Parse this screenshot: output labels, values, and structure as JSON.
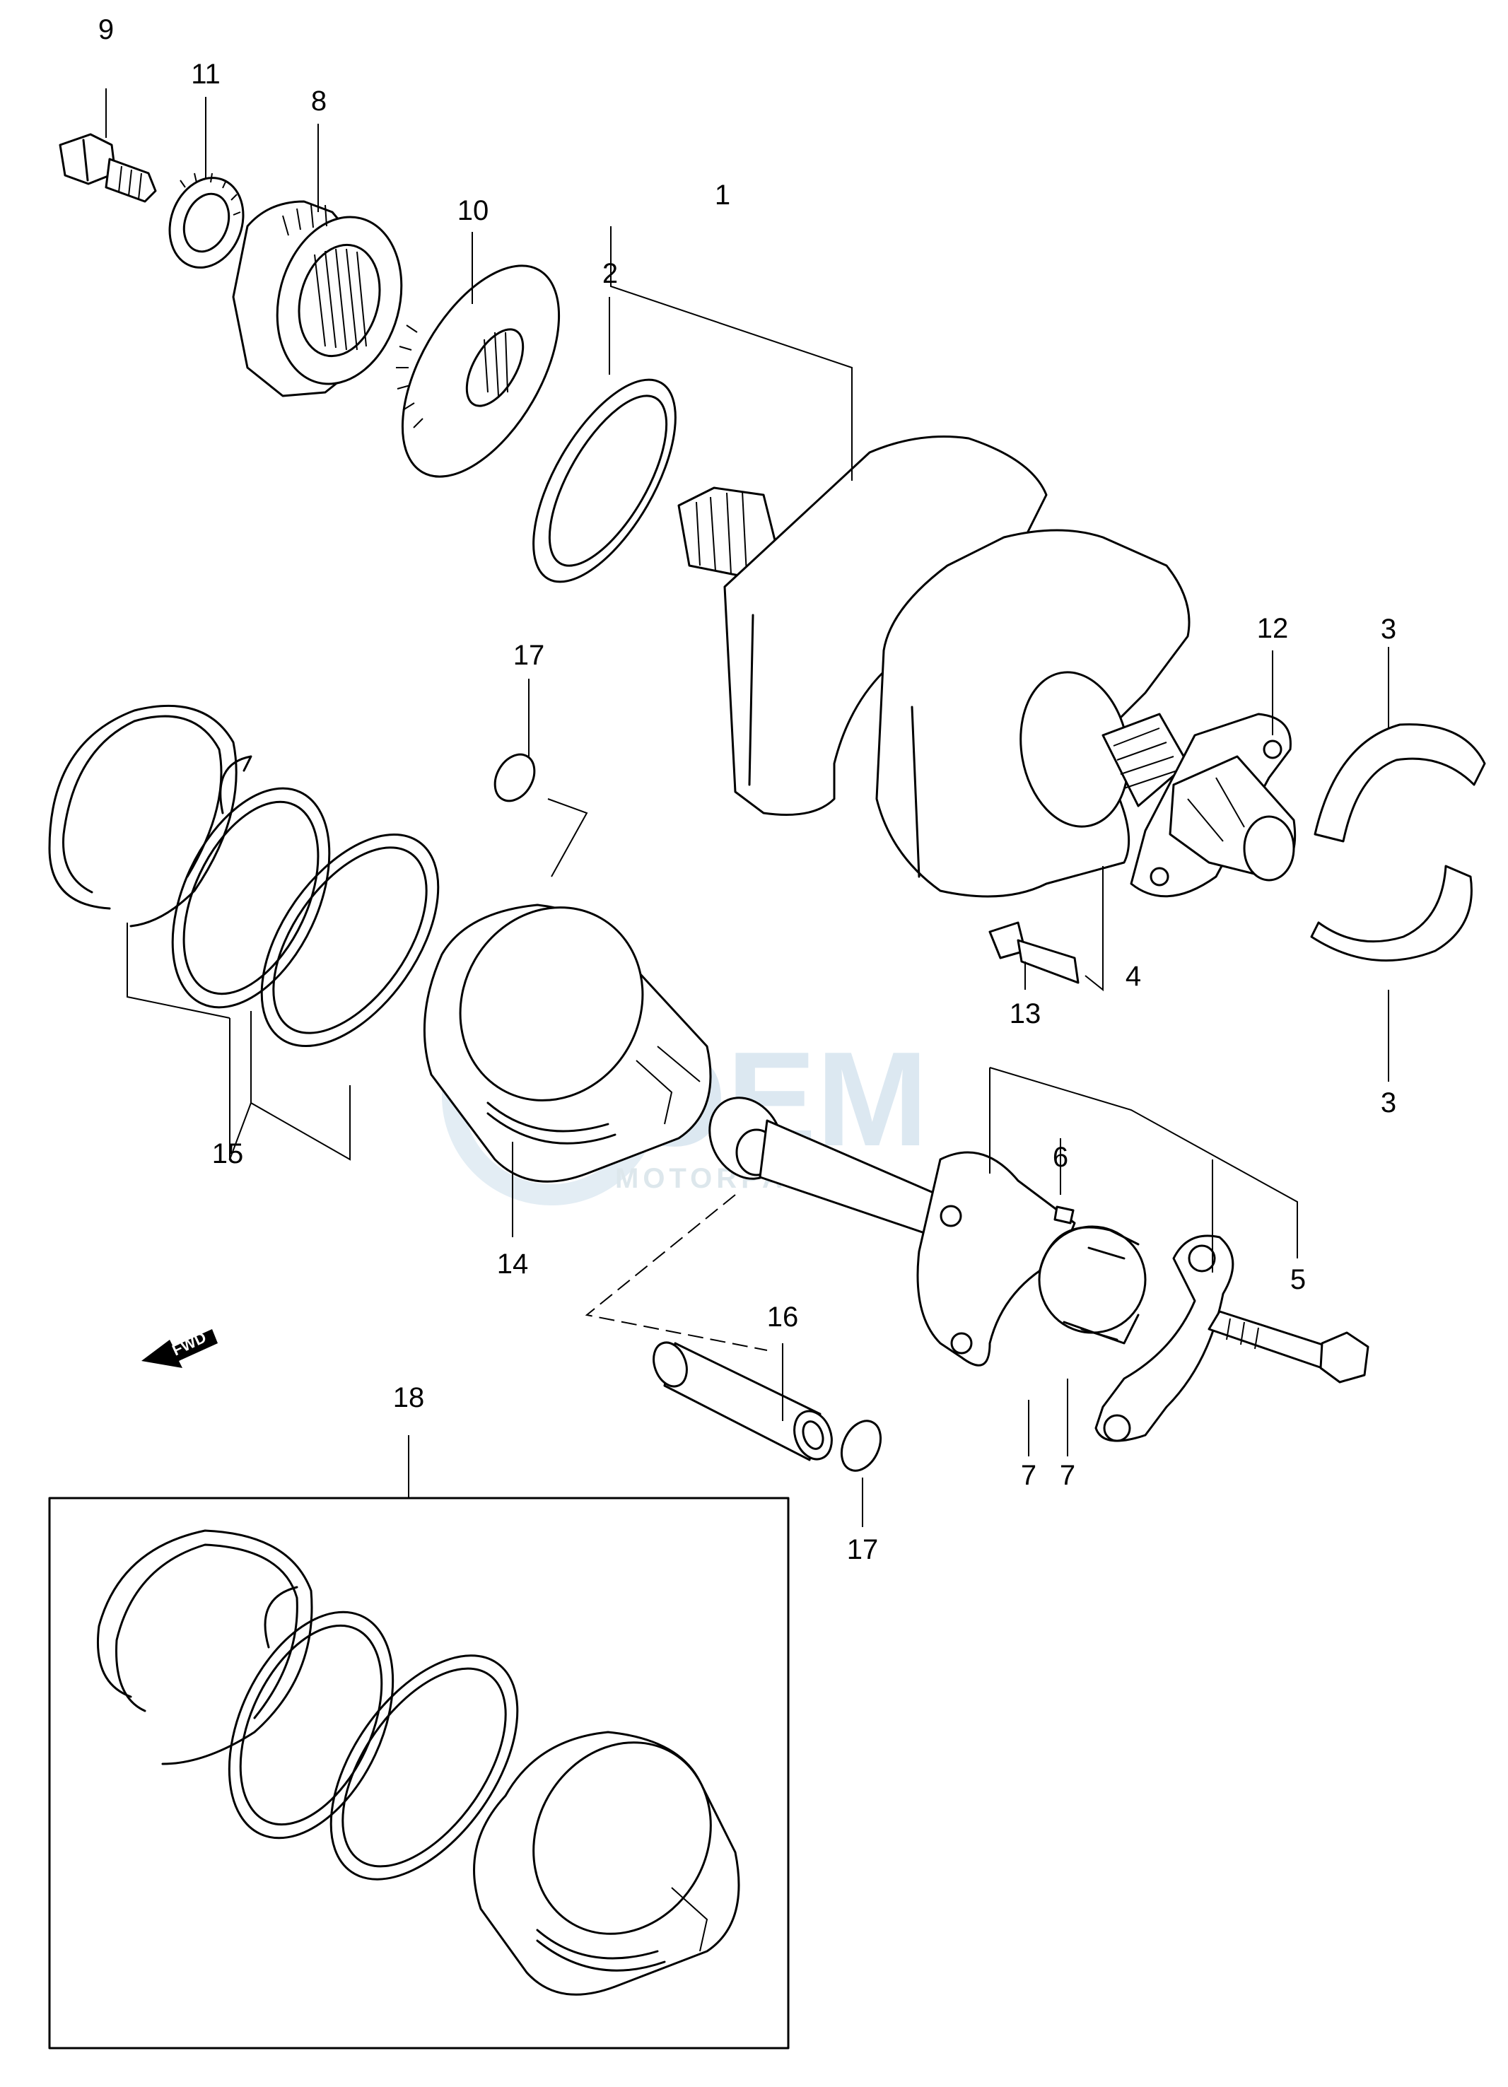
{
  "callouts": {
    "c1": "1",
    "c2": "2",
    "c3a": "3",
    "c3b": "3",
    "c4": "4",
    "c5": "5",
    "c6": "6",
    "c7a": "7",
    "c7b": "7",
    "c8": "8",
    "c9": "9",
    "c10": "10",
    "c11": "11",
    "c12": "12",
    "c13": "13",
    "c14": "14",
    "c15": "15",
    "c16": "16",
    "c17a": "17",
    "c17b": "17",
    "c18": "18"
  },
  "fwd_label": "FWD",
  "watermark": {
    "main": "OEM",
    "sub": "MOTORPARTS"
  }
}
